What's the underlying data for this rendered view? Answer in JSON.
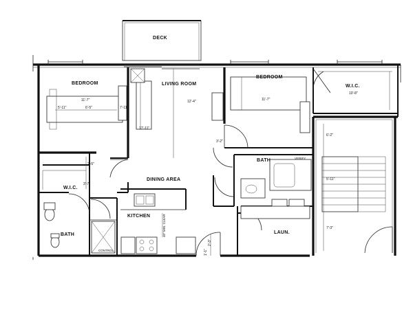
{
  "rooms": {
    "deck": "DECK",
    "bedroom_1": "BEDROOM",
    "living_room": "LIVING ROOM",
    "bedroom_2": "BEDROOM",
    "wic_2": "W.I.C.",
    "wic_1": "W.I.C.",
    "bath_2": "BATH",
    "dining_area": "DINING AREA",
    "kitchen": "KITCHEN",
    "bath_1": "BATH",
    "laundry": "LAUN."
  },
  "dimensions": {
    "bed1_width_a": "11'-7\"",
    "bed1_width_b": "5'-11\"",
    "bed1_width_c": "6'-5\"",
    "bed1_height": "7'-11\"",
    "living_width": "12'-4\"",
    "living_height": "17'-11\"",
    "bed2_width": "11'-7\"",
    "wic2_width": "10'-8\"",
    "hall_width": "3'-2\"",
    "wic1_a": "2'-5\"",
    "wic1_b": "3'-7\"",
    "stair_a": "6'-2\"",
    "stair_b": "5'-11\"",
    "stair_c": "7'-3\"",
    "kitchen_clear": "40\" MIN. CLEAR",
    "entry_a": "1'-1\"",
    "entry_b": "2'-3\""
  },
  "notes": {
    "control": "CONTROL",
    "verify": "VERIFY"
  }
}
